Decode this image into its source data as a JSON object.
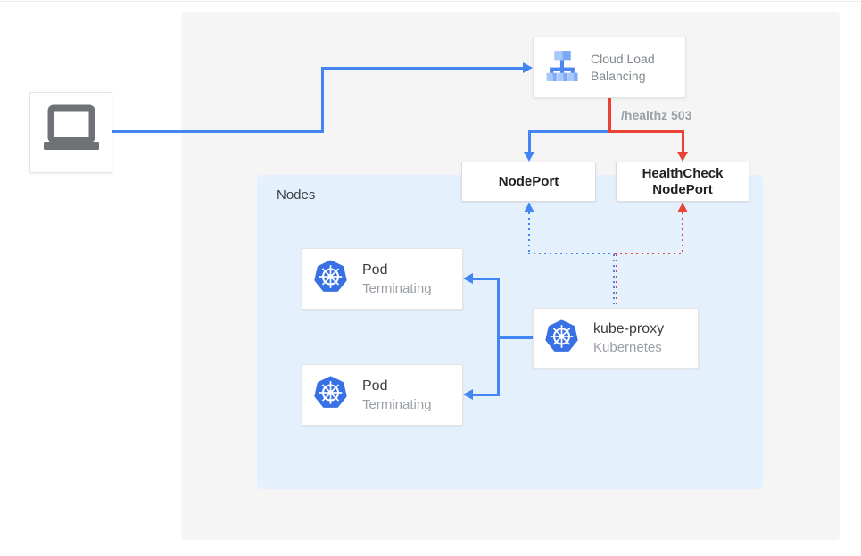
{
  "diagram": {
    "panels": {
      "nodes_label": "Nodes"
    },
    "client": {
      "icon": "laptop-icon"
    },
    "load_balancer": {
      "icon": "load-balancer-icon",
      "label_lines": [
        "Cloud Load",
        "Balancing"
      ]
    },
    "edge_labels": {
      "healthz": "/healthz 503"
    },
    "nodeport": {
      "label": "NodePort"
    },
    "healthcheck_nodeport": {
      "label_lines": [
        "HealthCheck",
        "NodePort"
      ]
    },
    "pods": [
      {
        "icon": "kubernetes-icon",
        "title": "Pod",
        "subtitle": "Terminating"
      },
      {
        "icon": "kubernetes-icon",
        "title": "Pod",
        "subtitle": "Terminating"
      }
    ],
    "kube_proxy": {
      "icon": "kubernetes-icon",
      "title": "kube-proxy",
      "subtitle": "Kubernetes"
    },
    "colors": {
      "traffic_blue": "#4285F4",
      "health_red": "#EA4335",
      "outer_panel_gray": "#F5F5F6",
      "nodes_panel_blue": "#E4F0FC",
      "kubernetes_blue": "#3871E3",
      "icon_gray": "#6E7276",
      "muted_text": "#9AA0A6",
      "dark_text": "#3C4043"
    }
  }
}
